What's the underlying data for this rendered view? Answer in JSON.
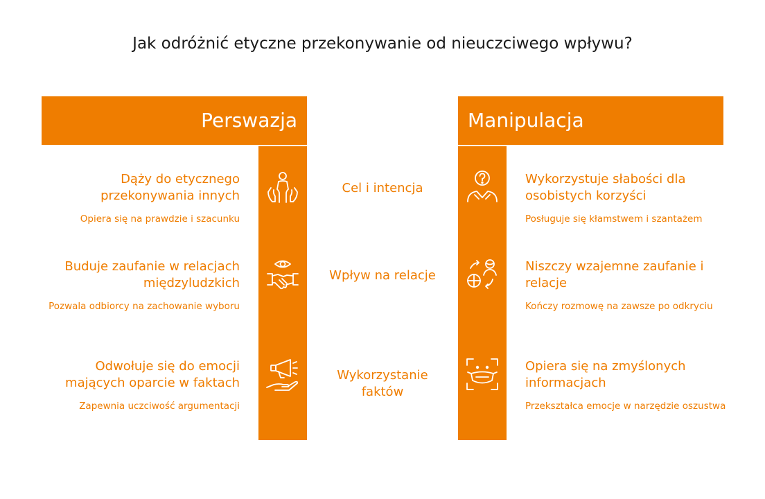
{
  "title": "Jak odróżnić etyczne przekonywanie od nieuczciwego wpływu?",
  "left_header": "Perswazja",
  "right_header": "Manipulacja",
  "rows": [
    {
      "criterion": "Cel i intencja",
      "left": {
        "title": "Dąży do etycznego przekonywania innych",
        "desc": "Opiera się na prawdzie i szacunku",
        "icon": "person-hands-icon"
      },
      "right": {
        "title": "Wykorzystuje słabości dla osobistych korzyści",
        "desc": "Posługuje się kłamstwem i szantażem",
        "icon": "question-person-icon"
      }
    },
    {
      "criterion": "Wpływ na relacje",
      "left": {
        "title": "Buduje zaufanie w relacjach międzyludzkich",
        "desc": "Pozwala odbiorcy na zachowanie wyboru",
        "icon": "eye-handshake-icon"
      },
      "right": {
        "title": "Niszczy wzajemne zaufanie i relacje",
        "desc": "Kończy rozmowę na zawsze po odkryciu",
        "icon": "exchange-people-icon"
      }
    },
    {
      "criterion": "Wykorzystanie faktów",
      "left": {
        "title": "Odwołuje się do emocji mających oparcie w faktach",
        "desc": "Zapewnia uczciwość argumentacji",
        "icon": "megaphone-hand-icon"
      },
      "right": {
        "title": "Opiera się na zmyślonych informacjach",
        "desc": "Przekształca emocje w narzędzie oszustwa",
        "icon": "masked-face-icon"
      }
    }
  ],
  "colors": {
    "accent": "#ef7d00",
    "text": "#1a1a1a",
    "background": "#ffffff"
  }
}
